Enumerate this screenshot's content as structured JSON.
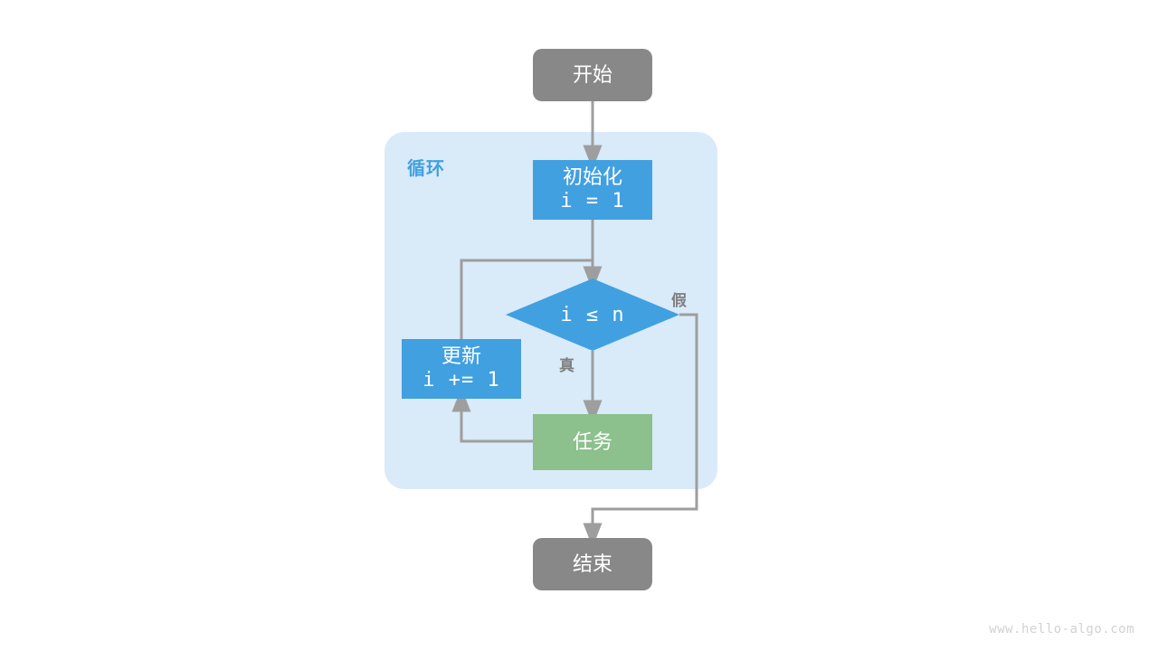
{
  "diagram": {
    "title_watermark": "www.hello-algo.com",
    "colors": {
      "terminal": "#888888",
      "process": "#41a0e0",
      "task": "#8cc08c",
      "container": "#d9eaf9",
      "edge": "#9e9e9e",
      "label": "#808080",
      "container_label": "#41a0e0",
      "watermark": "#d2d2d2"
    },
    "nodes": {
      "start": {
        "label": "开始"
      },
      "init": {
        "line1": "初始化",
        "line2": "i = 1"
      },
      "condition": {
        "label": "i ≤ n"
      },
      "update": {
        "line1": "更新",
        "line2": "i += 1"
      },
      "task": {
        "label": "任务"
      },
      "end": {
        "label": "结束"
      }
    },
    "container": {
      "label": "循环"
    },
    "edge_labels": {
      "true": "真",
      "false": "假"
    }
  }
}
